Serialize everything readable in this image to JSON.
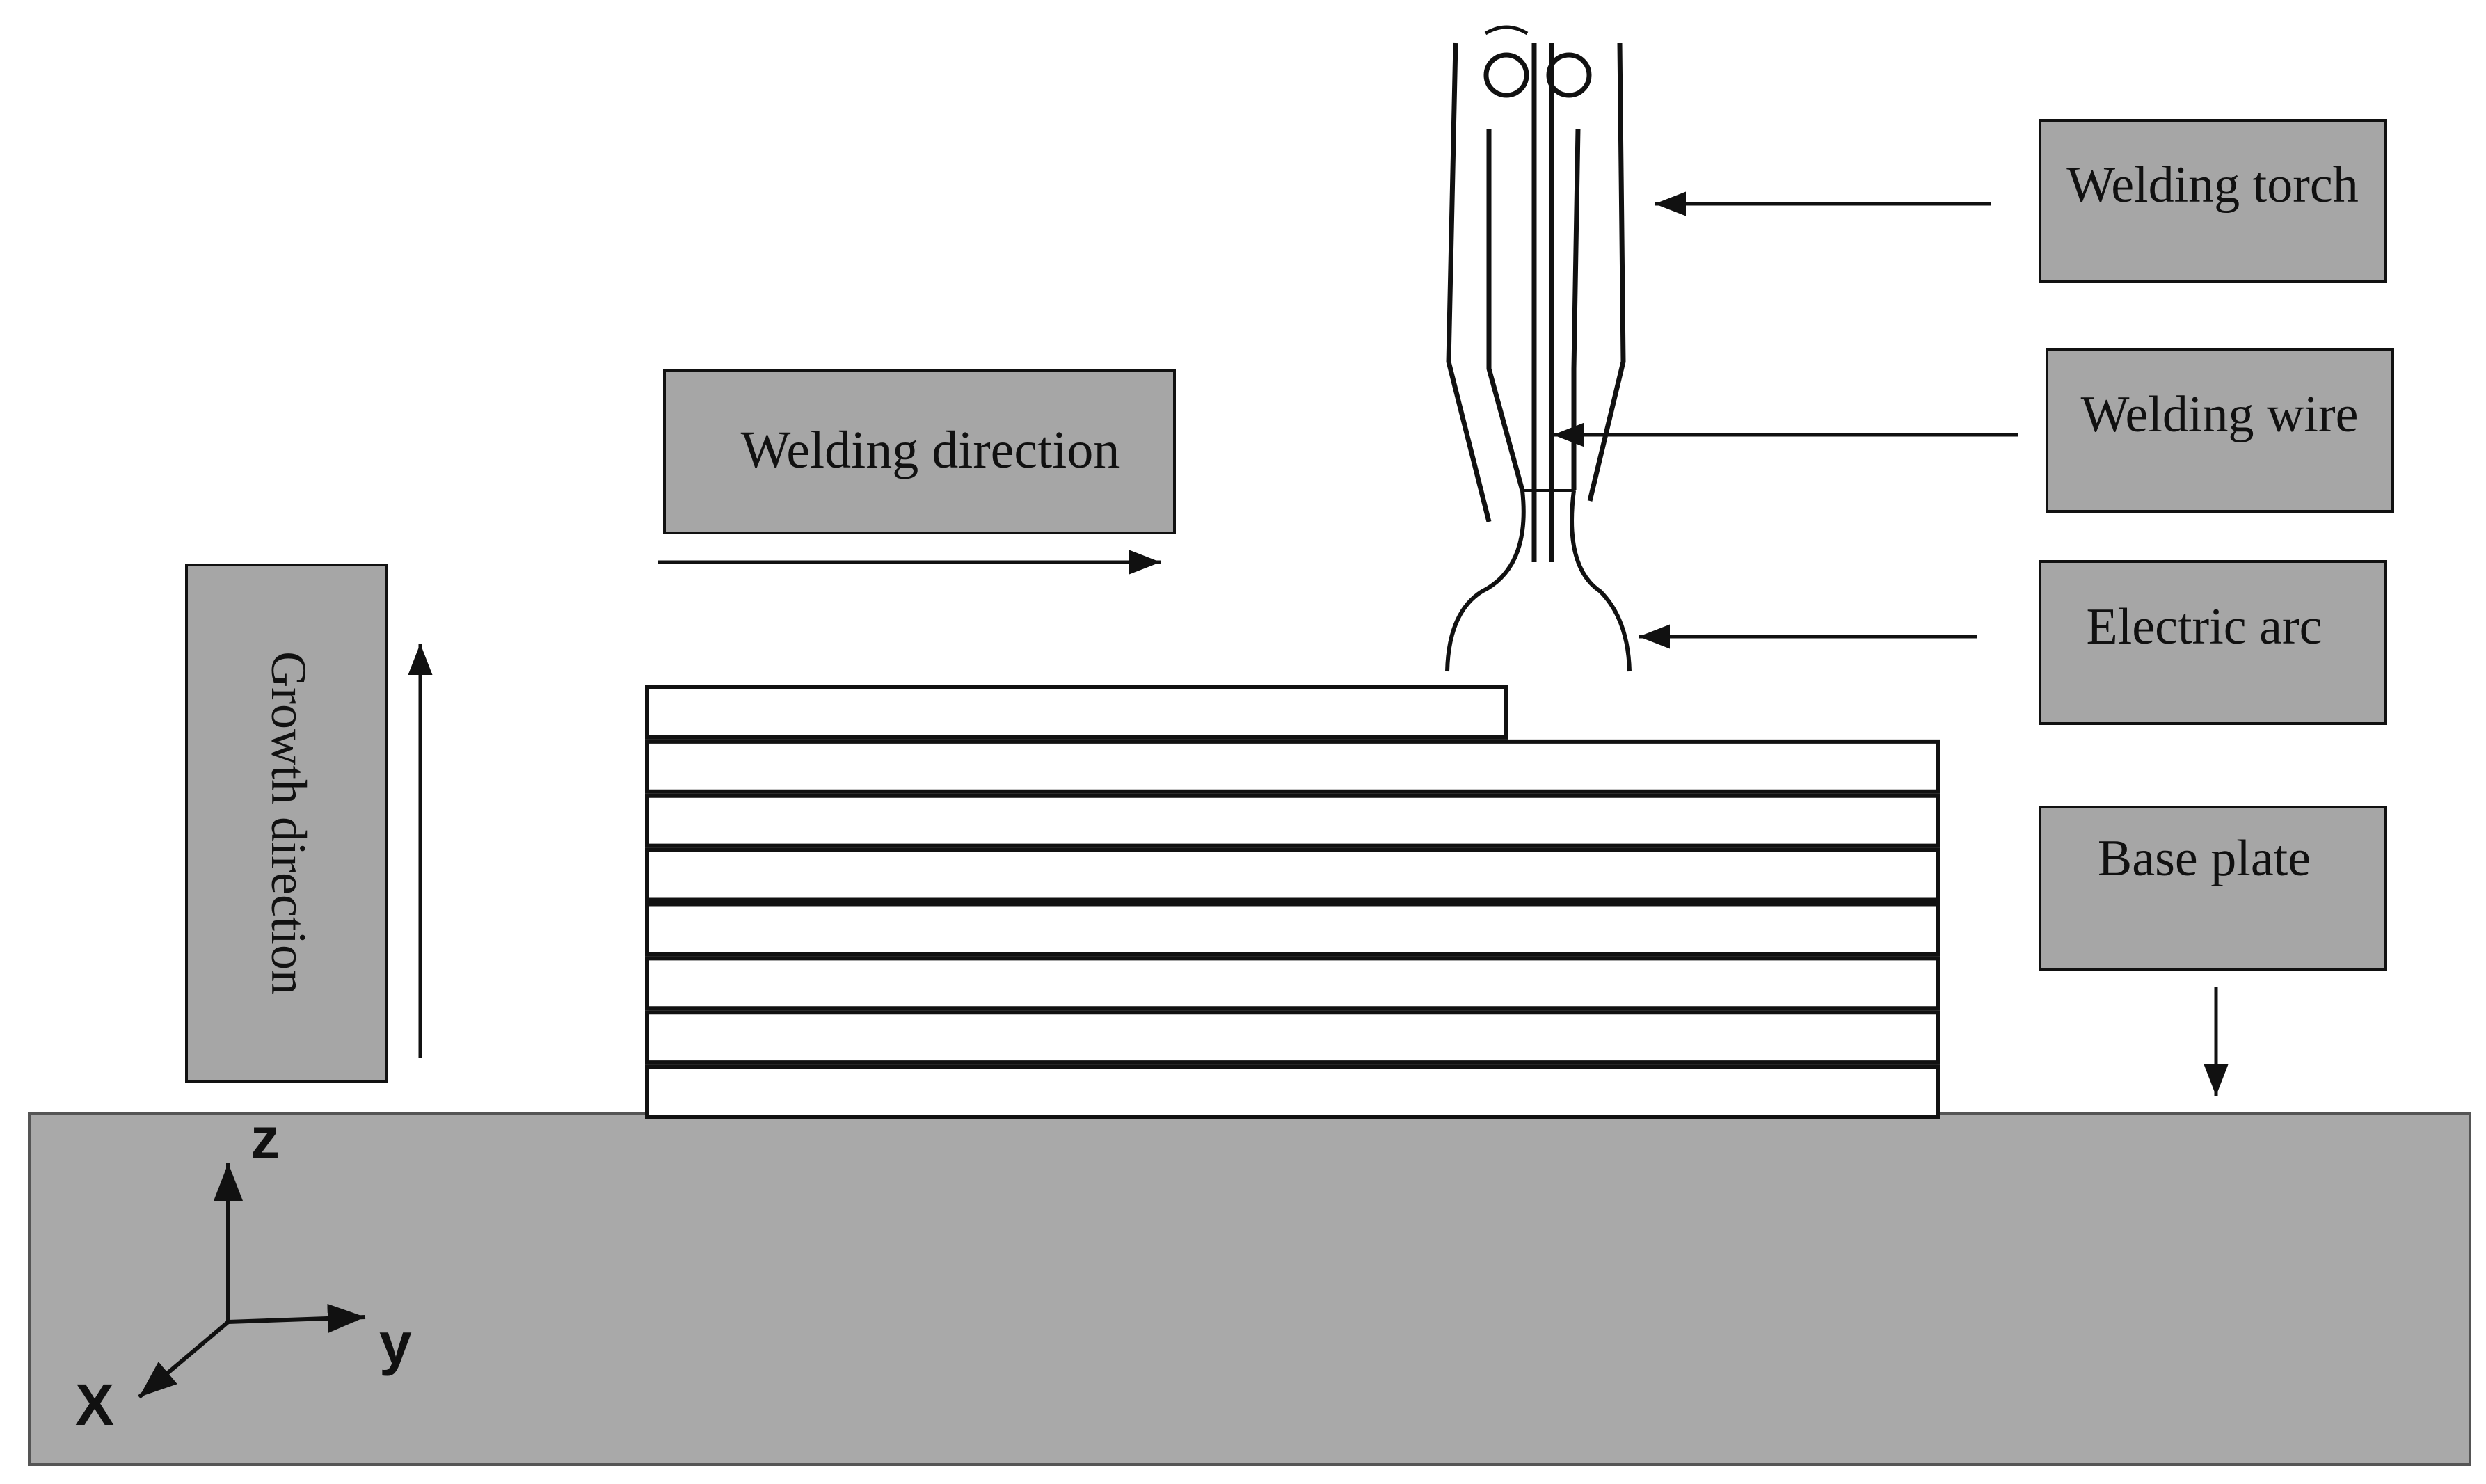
{
  "labels": {
    "welding_direction": "Welding direction",
    "growth_direction": "Growth direction",
    "welding_torch": "Welding torch",
    "welding_wire": "Welding wire",
    "electric_arc": "Electric arc",
    "base_plate": "Base plate"
  },
  "axes": {
    "z": "z",
    "y": "y",
    "x": "X"
  },
  "deposited_layer_count": 8,
  "colors": {
    "label_box_fill": "#a6a6a6",
    "base_plate_fill": "#a9a9a9",
    "stroke": "#111111",
    "layer_fill": "#ffffff"
  }
}
